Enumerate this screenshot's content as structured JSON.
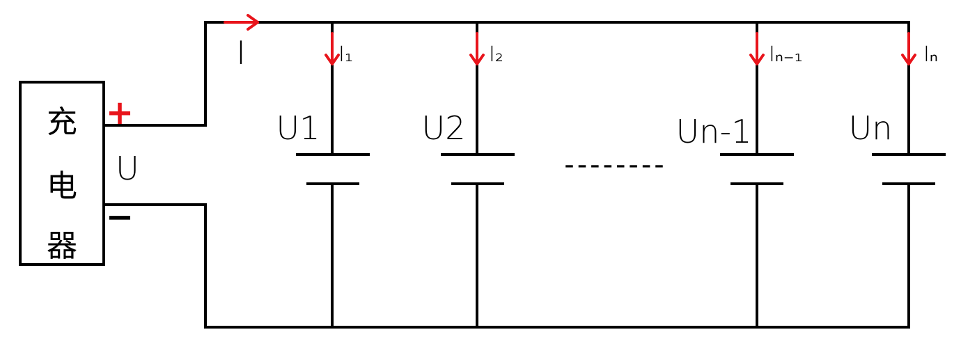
{
  "charger": {
    "label_chars": [
      "充",
      "电",
      "器"
    ],
    "plus_sign": "+",
    "minus_sign": "−",
    "voltage_label": "U"
  },
  "main_current_label": "I",
  "ellipsis": "--------",
  "branches": [
    {
      "current_label": "I₁",
      "voltage_label": "U1"
    },
    {
      "current_label": "I₂",
      "voltage_label": "U2"
    },
    {
      "current_label": "Iₙ₋₁",
      "voltage_label": "Un-1"
    },
    {
      "current_label": "Iₙ",
      "voltage_label": "Un"
    }
  ],
  "colors": {
    "wire": "#000000",
    "annotation": "#e8141b"
  }
}
